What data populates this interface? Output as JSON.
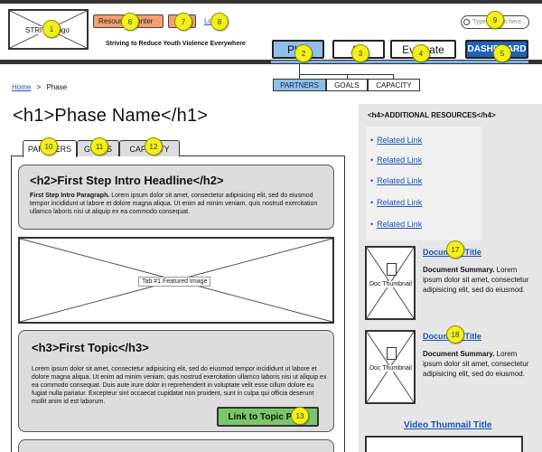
{
  "header": {
    "logo_label": "STRIVE Logo",
    "resource_center_label": "Resource Center",
    "small_button_label": "",
    "login_label": "Log",
    "tagline": "Striving to Reduce Youth Violence Everywhere",
    "search_placeholder": "Type search here..."
  },
  "nav": {
    "items": [
      {
        "label": "Plan"
      },
      {
        "label": "Act"
      },
      {
        "label": "Evaluate"
      },
      {
        "label": "DASHBOARD"
      }
    ]
  },
  "subnav": {
    "items": [
      {
        "label": "PARTNERS"
      },
      {
        "label": "GOALS"
      },
      {
        "label": "CAPACITY"
      }
    ]
  },
  "breadcrumb": {
    "home": "Home",
    "separator": ">",
    "current": "Phase"
  },
  "page": {
    "title": "<h1>Phase Name</h1>"
  },
  "tabs": [
    {
      "label": "PARTNERS"
    },
    {
      "label": "GOALS"
    },
    {
      "label": "CAPACITY"
    }
  ],
  "intro": {
    "headline": "<h2>First Step Intro Headline</h2>",
    "paragraph_bold": "First Step Intro Paragraph.",
    "paragraph_rest": " Lorem ipsum dolor sit amet, consectetur adipisicing elit, sed do eiusmod tempor incididunt ut labore et dolore magna aliqua. Ut enim ad minim veniam, quis nostrud exercitation ullamco laboris nisi ut aliquip ex ea commodo consequat."
  },
  "featured_image": {
    "label": "Tab #1 Featured Image"
  },
  "topic": {
    "headline": "<h3>First Topic</h3>",
    "paragraph": "Lorem ipsum dolor sit amet, consectetur adipisicing elit, sed do eiusmod tempor incididunt ut labore et dolore magna aliqua. Ut enim ad minim veniam, quis nostrud exercitation ullamco laboris nisi ut aliquip ex ea commodo consequat. Duis aute irure dolor in reprehenderit in voluptate velit esse cillum dolore eu fugiat nulla pariatur. Excepteur sint occaecat cupidatat non proident, sunt in culpa qui officia deserunt mollit anim id est laborum.",
    "link_button": "Link to Topic Page"
  },
  "sidebar": {
    "heading": "<h4>ADDITIONAL RESOURCES</h4>",
    "related_links": [
      "Related Link",
      "Related Link",
      "Related Link",
      "Related Link",
      "Related Link"
    ],
    "documents": [
      {
        "thumb": "Doc Thumbnail",
        "title": "Document Title",
        "summary_bold": "Document Summary.",
        "summary_rest": " Lorem ipsum dolor sit amet, consectetur adipisicing elit, sed do eiusmod."
      },
      {
        "thumb": "Doc Thumbnail",
        "title": "Document Title",
        "summary_bold": "Document Summary.",
        "summary_rest": " Lorem ipsum dolor sit amet, consectetur adipisicing elit, sed do eiusmod."
      }
    ],
    "video_title": "Video Thumnail Title"
  },
  "annotations": [
    "1",
    "2",
    "3",
    "4",
    "5",
    "6",
    "7",
    "8",
    "9",
    "10",
    "11",
    "12",
    "13",
    "17",
    "18"
  ],
  "colors": {
    "nav_active": "#8fbfe9",
    "dashboard": "#1f63b8",
    "orange_button": "#f2a06f",
    "link_button": "#78c768",
    "badge": "#f2f01a",
    "link": "#1a55b8"
  }
}
